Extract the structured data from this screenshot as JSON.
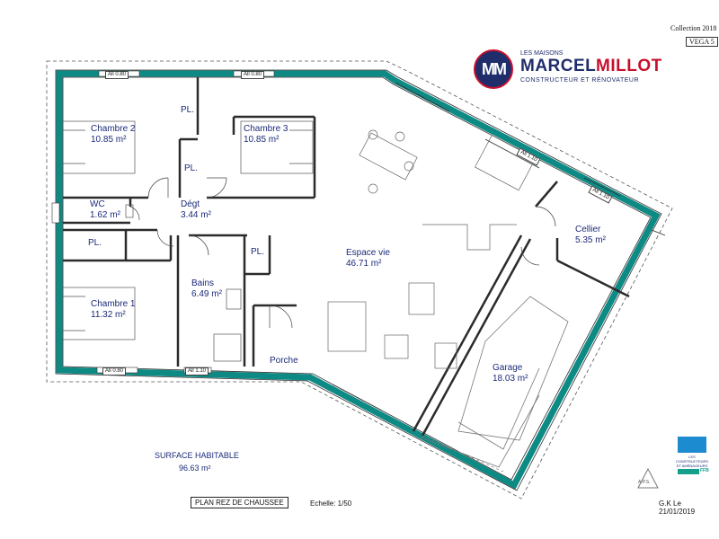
{
  "header": {
    "collection": "Collection 2018",
    "model": "VEGA 5"
  },
  "logo": {
    "monogram": "MM",
    "line1": "LES MAISONS",
    "brand_left": "MARCEL",
    "brand_right": "MILLOT",
    "tagline": "CONSTRUCTEUR ET RÉNOVATEUR"
  },
  "rooms": {
    "chambre2": {
      "name": "Chambre 2",
      "area": "10.85 m²"
    },
    "chambre3": {
      "name": "Chambre 3",
      "area": "10.85 m²"
    },
    "pl1": "PL.",
    "pl2": "PL.",
    "pl3": "PL.",
    "pl4": "PL.",
    "wc": {
      "name": "WC",
      "area": "1.62 m²"
    },
    "degt": {
      "name": "Dégt",
      "area": "3.44 m²"
    },
    "chambre1": {
      "name": "Chambre 1",
      "area": "11.32 m²"
    },
    "bains": {
      "name": "Bains",
      "area": "6.49 m²"
    },
    "porche": "Porche",
    "espace_vie": {
      "name": "Espace vie",
      "area": "46.71 m²"
    },
    "cellier": {
      "name": "Cellier",
      "area": "5.35 m²"
    },
    "garage": {
      "name": "Garage",
      "area": "18.03 m²"
    }
  },
  "openings": {
    "ch2_window": "All 0.80",
    "ch3_window": "All 0.80",
    "ch1_window": "All 0.80",
    "porche_window": "All 1.10",
    "kitchen_window": "All 1.10",
    "cellier_window": "All 1.10"
  },
  "summary": {
    "label": "SURFACE HABITABLE",
    "value": "96.63 m²"
  },
  "footer": {
    "plan": "PLAN REZ DE CHAUSSEE",
    "scale": "Echelle: 1/50",
    "aps": "A.P.S.",
    "signature": "G.K Le 21/01/2019",
    "badge_text": "LES CONSTRUCTEURS ET AMÉNAGEURS",
    "ffb": "FFB"
  },
  "colors": {
    "wall": "#0e8a85",
    "text": "#1b2a78",
    "brand_red": "#c8102e",
    "brand_navy": "#1f2d6b"
  }
}
